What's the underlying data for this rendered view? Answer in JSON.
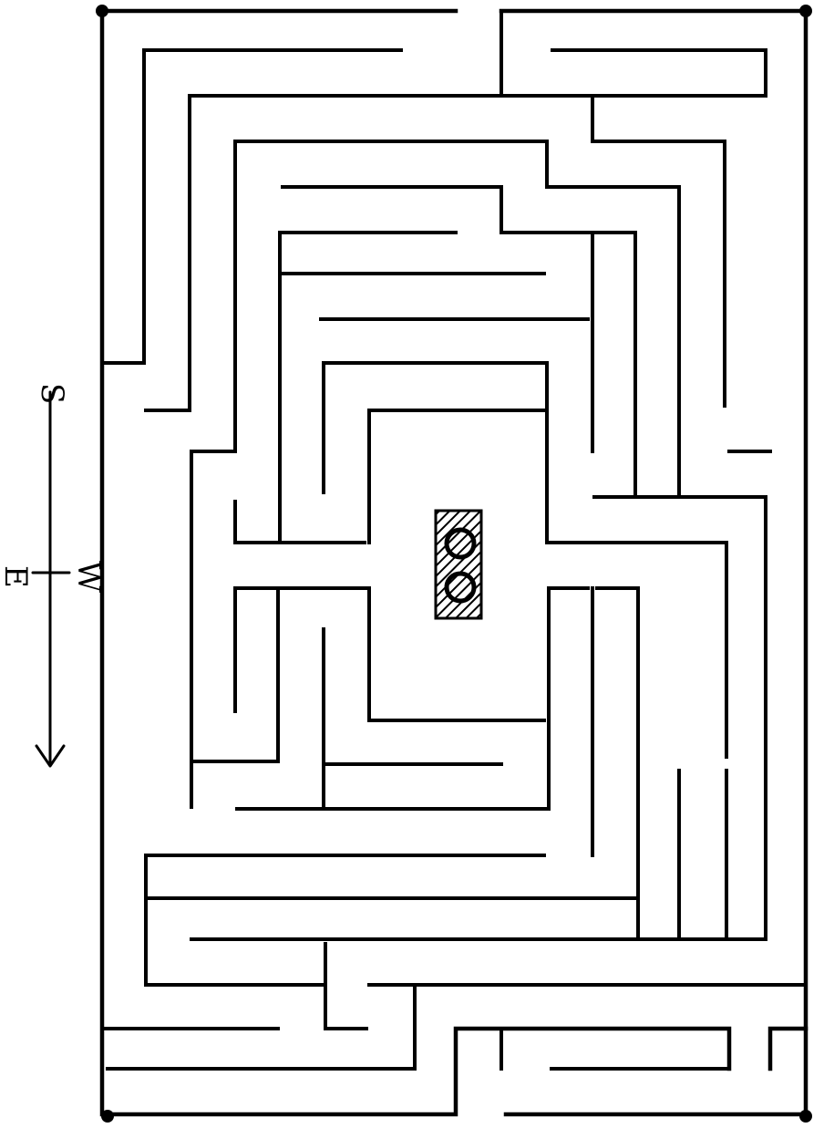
{
  "figure": {
    "type": "maze-plan",
    "colors": {
      "background": "#ffffff",
      "ink": "#000000"
    }
  },
  "compass": {
    "labels": [
      "S",
      "E",
      "W"
    ]
  },
  "center": {
    "description_icon": "two-hatched-circles-in-box"
  }
}
